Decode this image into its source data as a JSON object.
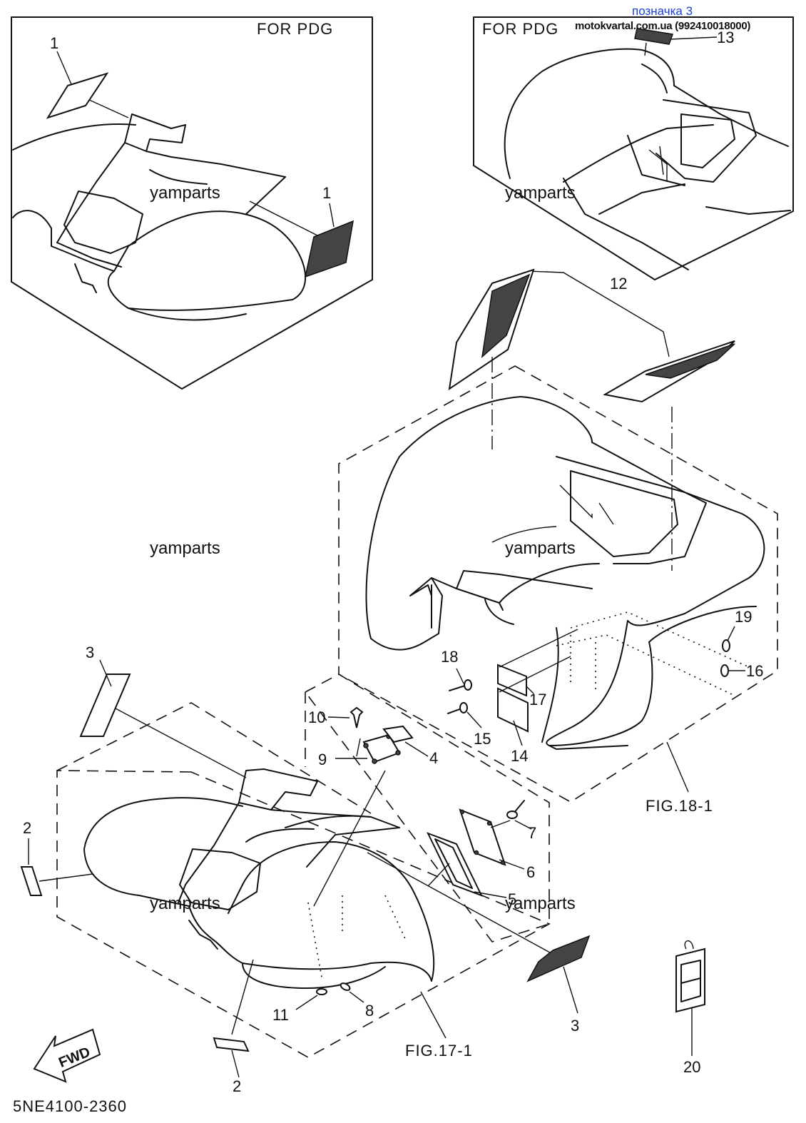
{
  "header": {
    "store_label": "позначка 3",
    "store_contact": "motokvartal.com.ua (992410018000)"
  },
  "insets": [
    {
      "caption": "FOR PDG"
    },
    {
      "caption": "FOR PDG"
    }
  ],
  "watermarks": [
    "yamparts",
    "yamparts",
    "yamparts",
    "yamparts",
    "yamparts",
    "yamparts"
  ],
  "callouts": {
    "c1a": "1",
    "c1b": "1",
    "c13": "13",
    "c12": "12",
    "c19": "19",
    "c16": "16",
    "c18": "18",
    "c17": "17",
    "c15": "15",
    "c14": "14",
    "c3a": "3",
    "c10": "10",
    "c9": "9",
    "c4": "4",
    "c2a": "2",
    "c7": "7",
    "c6": "6",
    "c5": "5",
    "c11": "11",
    "c8": "8",
    "c3b": "3",
    "c2b": "2",
    "c20": "20"
  },
  "figure_refs": {
    "rear": "FIG.18-1",
    "front": "FIG.17-1"
  },
  "fwd_arrow": "FWD",
  "diagram_code": "5NE4100-2360"
}
